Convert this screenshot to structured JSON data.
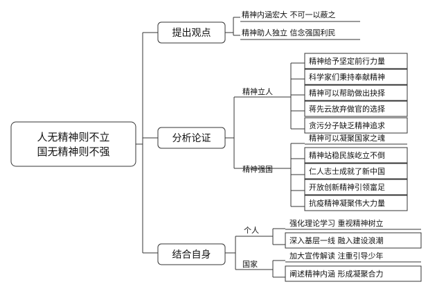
{
  "root": {
    "lines": [
      "人无精神则不立",
      "国无精神则不强"
    ]
  },
  "branches": [
    {
      "label": "提出观点",
      "children": [
        {
          "text": "精神内涵宏大  不可一以蔽之"
        },
        {
          "text": "精神助人独立  信念强国利民"
        }
      ]
    },
    {
      "label": "分析论证",
      "groups": [
        {
          "label": "精神立人",
          "children": [
            {
              "text": "精神给予坚定前行力量"
            },
            {
              "text": "科学家们秉持奉献精神"
            },
            {
              "text": "精神可以帮助做出抉择"
            },
            {
              "text": "蒋先云放弃做官的选择"
            },
            {
              "text": "贪污分子缺乏精神追求"
            }
          ]
        },
        {
          "label": "精神强国",
          "children": [
            {
              "text": "精神可以凝聚国家之魂"
            },
            {
              "text": "精神站稳民族屹立不倒"
            },
            {
              "text": "仁人志士成就了新中国"
            },
            {
              "text": "开放创新精神引领富足"
            },
            {
              "text": "抗疫精神凝聚伟大力量"
            }
          ]
        }
      ]
    },
    {
      "label": "结合自身",
      "groups": [
        {
          "label": "个人",
          "children": [
            {
              "text": "强化理论学习  重视精神树立"
            },
            {
              "text": "深入基层一线  融入建设浪潮"
            }
          ]
        },
        {
          "label": "国家",
          "children": [
            {
              "text": "加大宣传解读  注重引导少年"
            },
            {
              "text": "阐述精神内涵  形成凝聚合力"
            }
          ]
        }
      ]
    }
  ]
}
